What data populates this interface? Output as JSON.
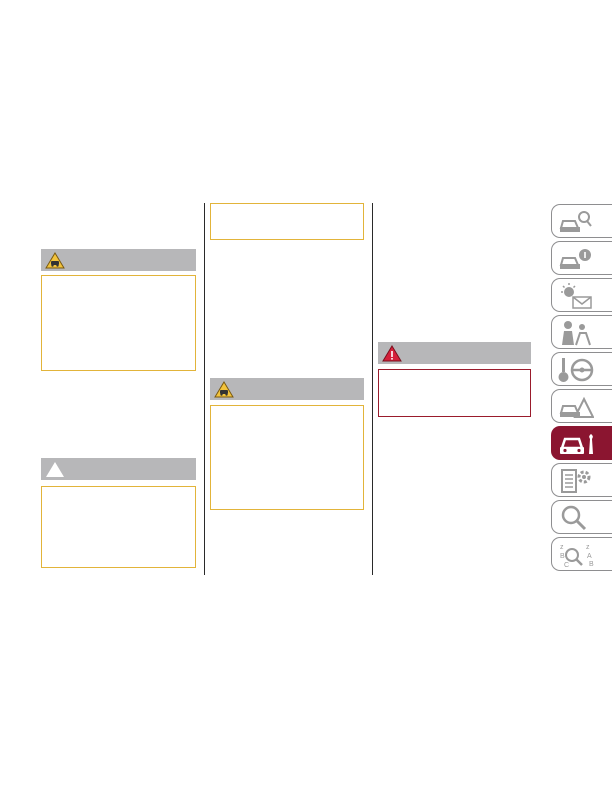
{
  "page": {
    "background": "#ffffff",
    "accent_warning": "#e2b43a",
    "accent_danger": "#9a1b2c",
    "header_gray": "#b7b7b9"
  },
  "warnings": [
    {
      "id": "left-top",
      "icon": "caution-car-icon",
      "style": "caution"
    },
    {
      "id": "left-bottom",
      "icon": "triangle-icon",
      "style": "note"
    },
    {
      "id": "mid-bottom",
      "icon": "caution-car-icon",
      "style": "caution"
    },
    {
      "id": "right",
      "icon": "warning-exclamation-icon",
      "style": "danger"
    }
  ],
  "side_tabs": [
    {
      "name": "car-search-tab",
      "icon": "car-magnifier-icon",
      "active": false
    },
    {
      "name": "car-info-tab",
      "icon": "car-info-icon",
      "active": false
    },
    {
      "name": "lights-message-tab",
      "icon": "warning-lights-icon",
      "active": false
    },
    {
      "name": "safety-tab",
      "icon": "passenger-safety-icon",
      "active": false
    },
    {
      "name": "driving-tab",
      "icon": "steering-wheel-icon",
      "active": false
    },
    {
      "name": "emergency-tab",
      "icon": "road-emergency-icon",
      "active": false
    },
    {
      "name": "maintenance-tab",
      "icon": "car-wrench-icon",
      "active": true
    },
    {
      "name": "technical-data-tab",
      "icon": "specs-gear-icon",
      "active": false
    },
    {
      "name": "search-tab",
      "icon": "magnifier-icon",
      "active": false
    },
    {
      "name": "index-tab",
      "icon": "alphabet-index-icon",
      "active": false
    }
  ]
}
